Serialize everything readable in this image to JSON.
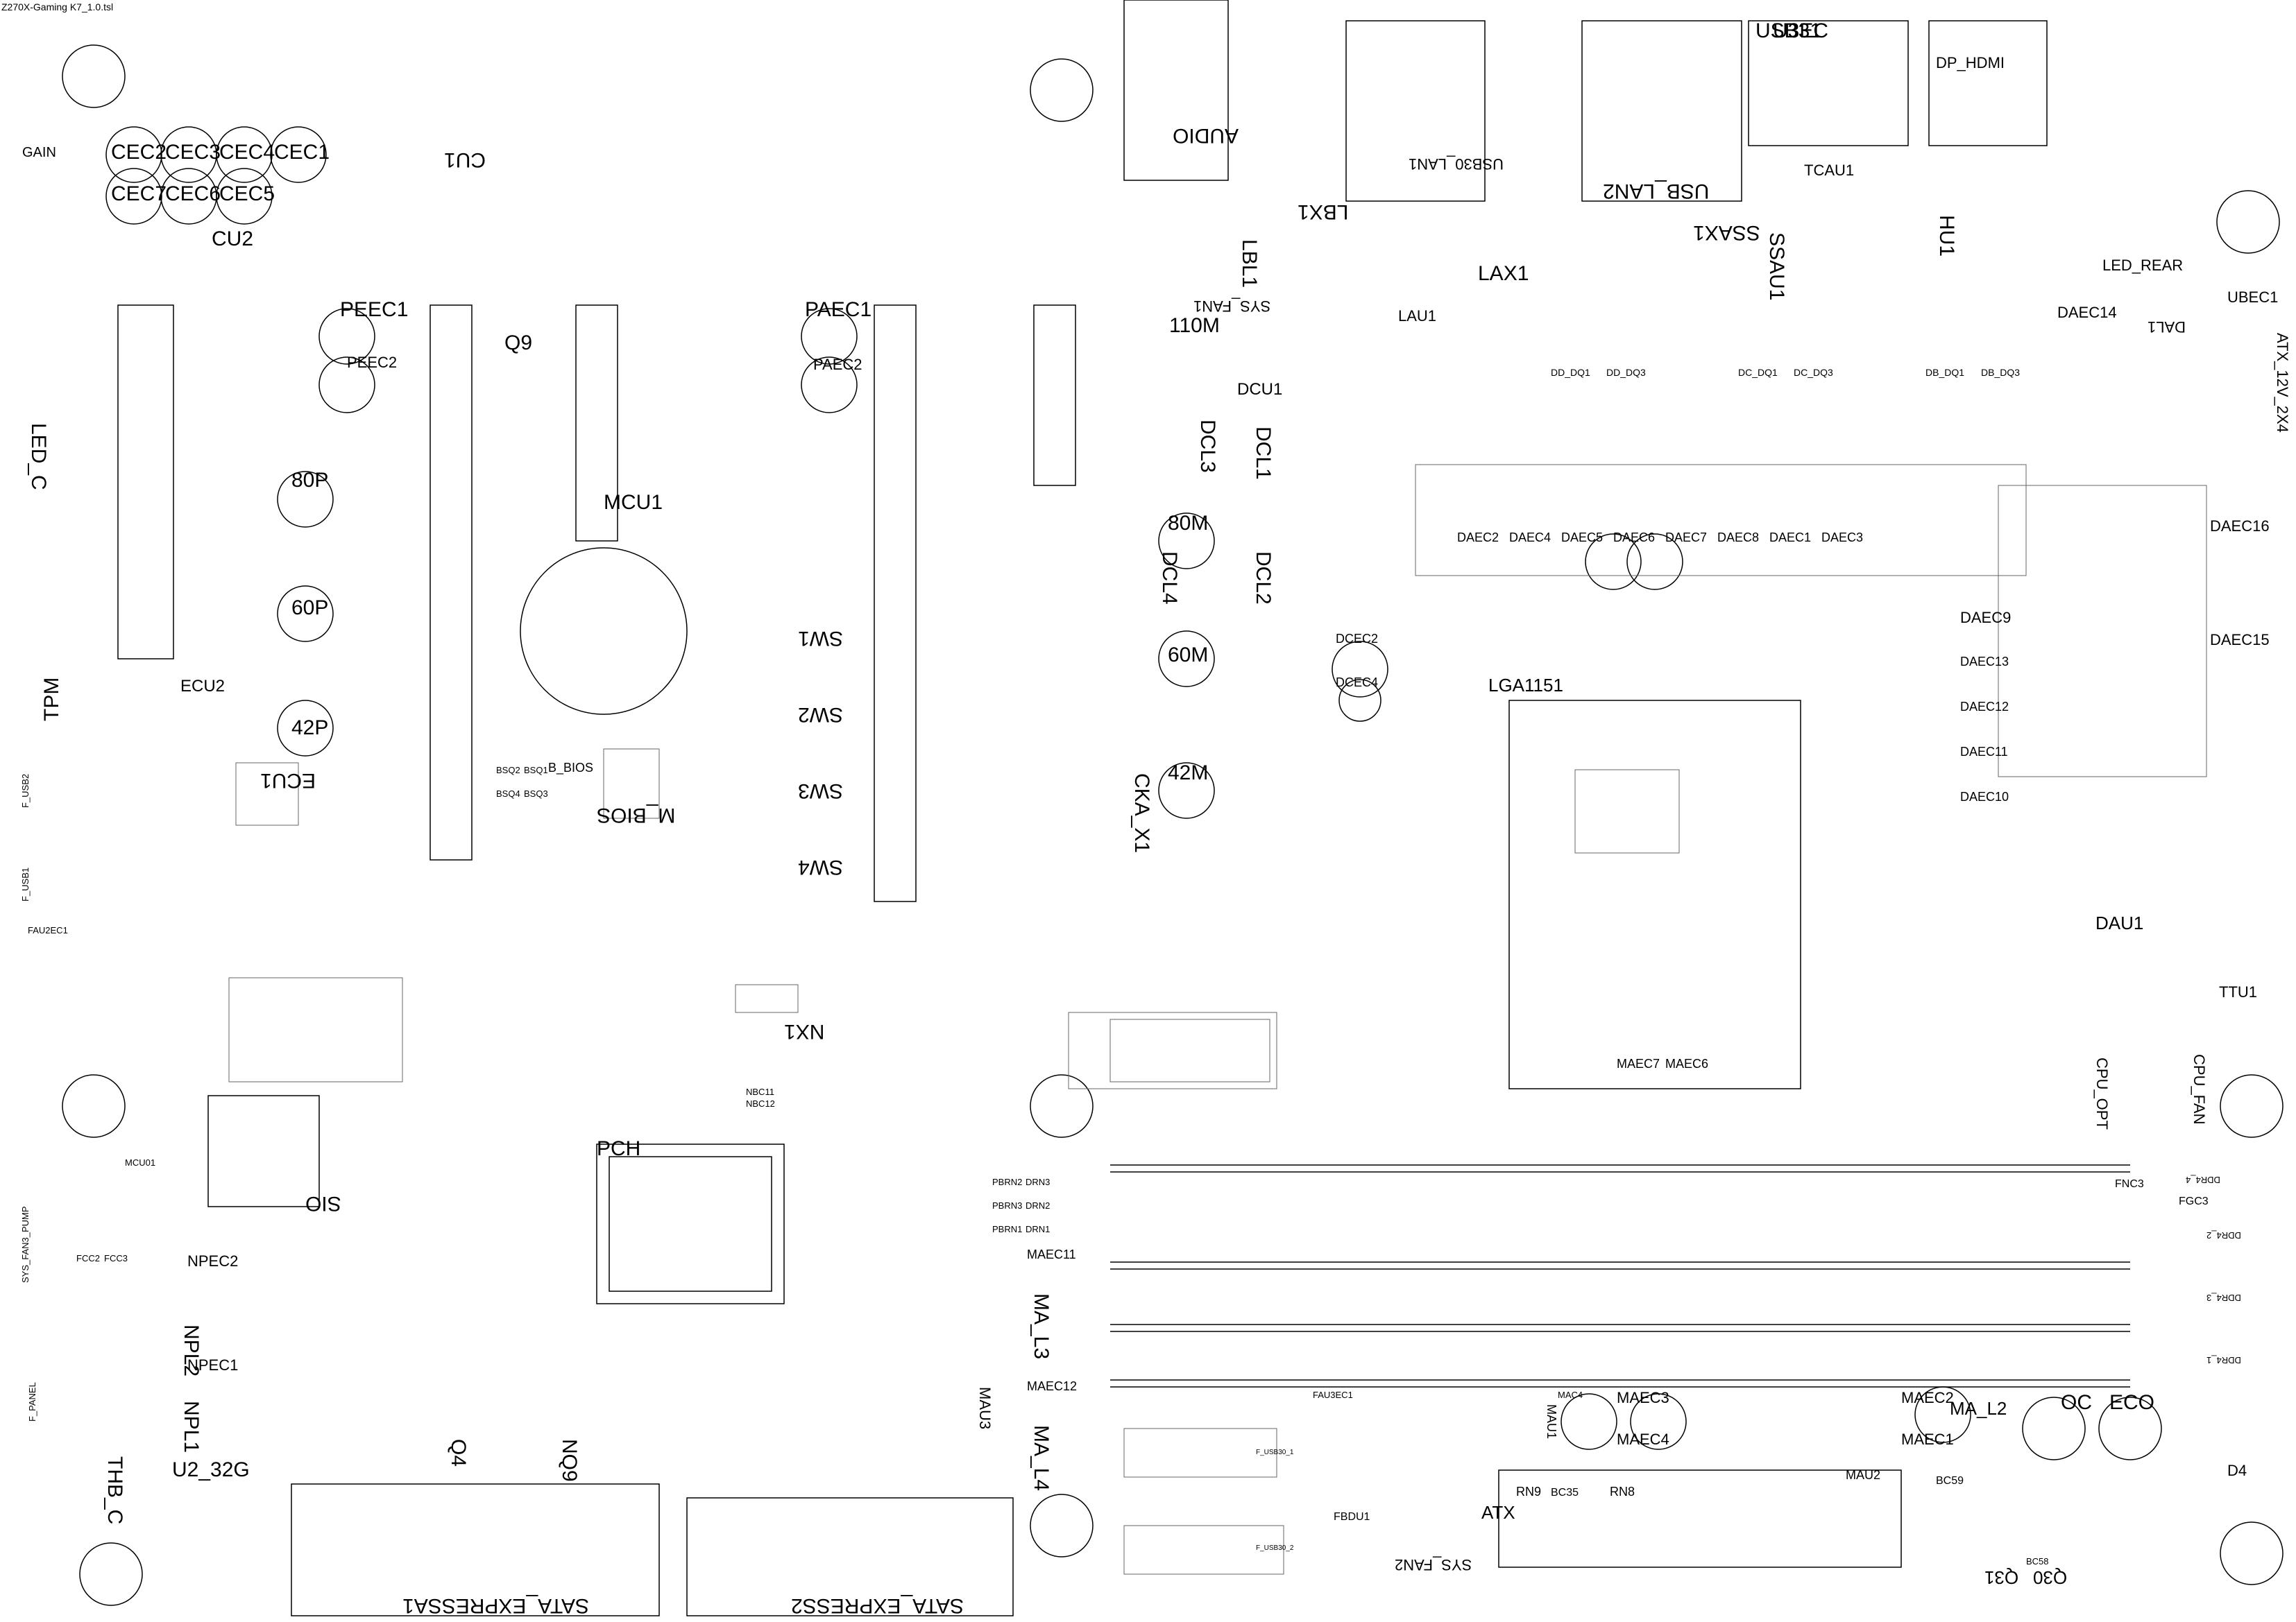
{
  "title": "Z270X-Gaming K7_1.0.tsl",
  "big_labels": {
    "cu2": "CU2",
    "pec1": "PEEC1",
    "pec2": "PEEC2",
    "q9": "Q9",
    "p80": "80P",
    "p60": "60P",
    "p42": "42P",
    "mcu1": "MCU1",
    "ecu2": "ECU2",
    "ecu1": "ECU1",
    "mbios": "M_BIOS",
    "paec1": "PAEC1",
    "paec2": "PAEC2",
    "sw1": "SW1",
    "sw2": "SW2",
    "sw3": "SW3",
    "sw4": "SW4",
    "audio": "AUDIO",
    "lbx1": "LBX1",
    "lbl1": "LBL1",
    "sysfan1": "SYS_FAN1",
    "m110": "110M",
    "dcu1": "DCU1",
    "dcl3": "DCL3",
    "dcl1": "DCL1",
    "m80": "80M",
    "dcl4": "DCL4",
    "dcl2": "DCL2",
    "m60": "60M",
    "m42": "42M",
    "ckax1": "CKA_X1",
    "lax1": "LAX1",
    "lau1": "LAU1",
    "usb30lan1": "USB30_LAN1",
    "usblan2": "USB_LAN2",
    "ssax1": "SSAX1",
    "ssau1": "SSAU1",
    "usb3ec": "U3EC",
    "usb31": "USB31",
    "dphdmi": "DP_HDMI",
    "tcau1": "TCAU1",
    "hu1": "HU1",
    "ledrear": "LED_REAR",
    "ubec1": "UBEC1",
    "daec14": "DAEC14",
    "dal1": "DAL1",
    "atx12v": "ATX_12V_2X4",
    "daec16": "DAEC16",
    "daec15": "DAEC15",
    "daec9": "DAEC9",
    "daec13": "DAEC13",
    "daec12": "DAEC12",
    "daec11": "DAEC11",
    "daec10": "DAEC10",
    "lga": "LGA1151",
    "dcec2": "DCEC2",
    "dcec4": "DCEC4",
    "dau1": "DAU1",
    "ttu1": "TTU1",
    "cpuopt": "CPU_OPT",
    "cpufan": "CPU_FAN",
    "maec7": "MAEC7",
    "maec6": "MAEC6",
    "pch": "PCH",
    "nx1": "NX1",
    "sio": "SIO",
    "npec2": "NPEC2",
    "npl2": "NPL2",
    "npec1": "NPEC1",
    "npl1": "NPL1",
    "u232g": "U2_32G",
    "thbc": "THB_C",
    "q4": "Q4",
    "nq9": "NQ9",
    "satae1": "SATA_EXPRESSA1",
    "satae2": "SATA_EXPRESS2",
    "mal3": "MA_L3",
    "mal4": "MA_L4",
    "maec11": "MAEC11",
    "maec12": "MAEC12",
    "mau3": "MAU3",
    "mau1": "MAU1",
    "maec3": "MAEC3",
    "maec4": "MAEC4",
    "maec2": "MAEC2",
    "maec1": "MAEC1",
    "mal2": "MA_L2",
    "oc": "OC",
    "eco": "ECO",
    "d4": "D4",
    "q30": "Q30",
    "q31": "Q31",
    "atx": "ATX",
    "sysfan2": "SYS_FAN2",
    "rn9": "RN9",
    "rn8": "RN8",
    "mau2": "MAU2",
    "tpm": "TPM",
    "ledc": "LED_C",
    "gain": "GAIN",
    "cec2": "CEC2",
    "cec3": "CEC3",
    "cec4": "CEC4",
    "cec1": "CEC1",
    "cec7": "CEC7",
    "cec6": "CEC6",
    "cec5": "CEC5",
    "cu1": "CU1"
  },
  "daec_row": [
    "DAEC2",
    "DAEC4",
    "DAEC5",
    "DAEC6",
    "DAEC7",
    "DAEC8",
    "DAEC1",
    "DAEC3"
  ],
  "dq_labels": [
    "DD_DQ1",
    "DD_DQ3",
    "DC_DQ1",
    "DC_DQ3",
    "DB_DQ1",
    "DB_DQ3"
  ],
  "small_labels": {
    "fusb2": "F_USB2",
    "fusb1": "F_USB1",
    "fau2ec1": "FAU2EC1",
    "fpanel": "F_PANEL",
    "fcc2": "FCC2",
    "fcc3": "FCC3",
    "sysfanpump": "SYS_FAN3_PUMP",
    "mcu01": "MCU01",
    "bsq2": "BSQ2",
    "bsq1": "BSQ1",
    "bbios": "B_BIOS",
    "bsq4": "BSQ4",
    "bsq3": "BSQ3",
    "nbc11": "NBC11",
    "nbc12": "NBC12",
    "pbrn2": "PBRN2",
    "drn3": "DRN3",
    "pbrn3": "PBRN3",
    "drn2": "DRN2",
    "pbrn1": "PBRN1",
    "drn1": "DRN1",
    "fau3ec1": "FAU3EC1",
    "mac4": "MAC4",
    "fbdu1": "FBDU1",
    "bc35": "BC35",
    "bc59": "BC59",
    "bc58": "BC58",
    "fnc3": "FNC3",
    "fgc3": "FGC3",
    "ddr4_4": "DDR4_4",
    "ddr4_2": "DDR4_2",
    "ddr4_3": "DDR4_3",
    "ddr4_1": "DDR4_1",
    "fusb30_1": "F_USB30_1",
    "fusb30_2": "F_USB30_2"
  }
}
